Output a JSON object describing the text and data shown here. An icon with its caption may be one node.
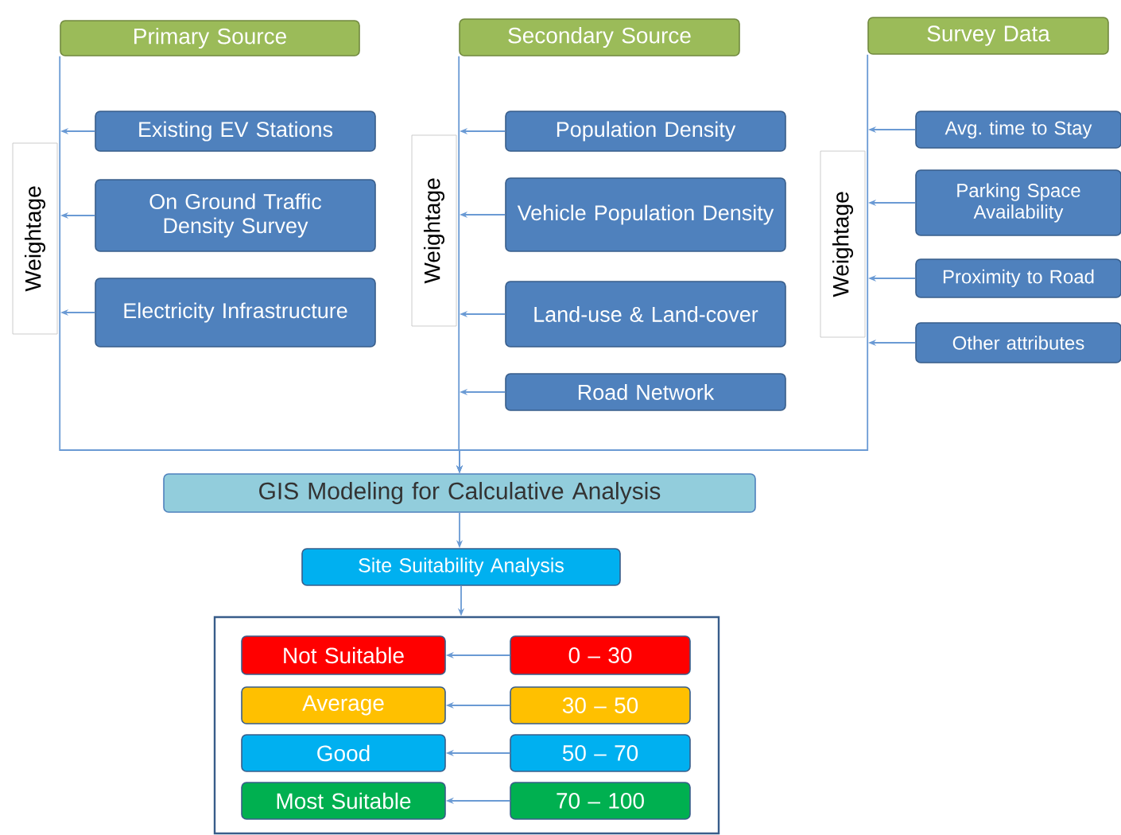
{
  "diagram": {
    "nodes": [
      {
        "text": [
          "Primary Source"
        ]
      },
      {
        "text": [
          "Weightage"
        ]
      },
      {
        "text": [
          "Existing EV Stations"
        ]
      },
      {
        "text": [
          "On Ground Traffic Density Survey"
        ]
      },
      {
        "text": [
          "Electricity Infrastructure"
        ]
      },
      {
        "text": [
          "Secondary Source"
        ]
      },
      {
        "text": [
          "Weightage"
        ]
      },
      {
        "text": [
          "Population Density"
        ]
      },
      {
        "text": [
          "Vehicle Population Density"
        ]
      },
      {
        "text": [
          "Land-use & Land-cover"
        ]
      },
      {
        "text": [
          "Road Network"
        ]
      },
      {
        "text": [
          "Survey Data"
        ]
      },
      {
        "text": [
          "Weightage"
        ]
      },
      {
        "text": [
          "Avg. time to Stay"
        ]
      },
      {
        "text": [
          "Parking Space Availability"
        ]
      },
      {
        "text": [
          "Proximity to Road"
        ]
      },
      {
        "text": [
          "Other attributes"
        ]
      },
      {
        "text": [
          "GIS Modeling for Calculative Analysis"
        ]
      },
      {
        "text": [
          "Site Suitability Analysis"
        ]
      },
      {
        "text": [],
        "shape": "box"
      },
      {
        "text": [
          "Not Suitable"
        ],
        "in": 19
      },
      {
        "text": [
          "0 – 30"
        ],
        "in": 19
      },
      {
        "text": [
          "Average"
        ],
        "in": 19
      },
      {
        "text": [
          "30 – 50"
        ],
        "in": 19
      },
      {
        "text": [
          "Good"
        ],
        "in": 19
      },
      {
        "text": [
          "50 – 70"
        ],
        "in": 19
      },
      {
        "text": [
          "Most Suitable"
        ],
        "in": 19
      },
      {
        "text": [
          "70 – 100"
        ],
        "in": 19
      }
    ],
    "edges": [
      {
        "from": 2,
        "to": 17,
        "arrow": "to"
      },
      {
        "from": 3,
        "to": 17,
        "arrow": "to"
      },
      {
        "from": 4,
        "to": 17,
        "arrow": "to"
      },
      {
        "from": 7,
        "to": 17,
        "arrow": "to"
      },
      {
        "from": 8,
        "to": 17,
        "arrow": "to"
      },
      {
        "from": 9,
        "to": 17,
        "arrow": "to"
      },
      {
        "from": 10,
        "to": 17,
        "arrow": "to"
      },
      {
        "from": 13,
        "to": 17,
        "arrow": "to"
      },
      {
        "from": 14,
        "to": 17,
        "arrow": "to"
      },
      {
        "from": 15,
        "to": 17,
        "arrow": "to"
      },
      {
        "from": 16,
        "to": 17,
        "arrow": "to"
      },
      {
        "from": 0,
        "to": 17,
        "arrow": "to"
      },
      {
        "from": 5,
        "to": 17,
        "arrow": "to"
      },
      {
        "from": 11,
        "to": 17,
        "arrow": "to"
      },
      {
        "from": 17,
        "to": 18,
        "arrow": "to"
      },
      {
        "from": 18,
        "to": 19,
        "arrow": "to"
      },
      {
        "from": 21,
        "to": 20,
        "arrow": "to"
      },
      {
        "from": 23,
        "to": 22,
        "arrow": "to"
      },
      {
        "from": 25,
        "to": 24,
        "arrow": "to"
      },
      {
        "from": 27,
        "to": 26,
        "arrow": "to"
      }
    ]
  }
}
